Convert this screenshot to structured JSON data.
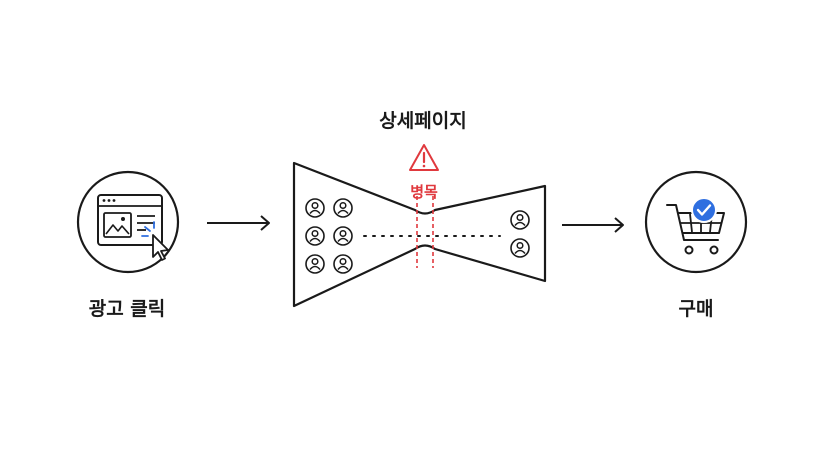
{
  "stages": {
    "ad_click": {
      "label": "광고 클릭",
      "icon": "browser-cursor-click-icon"
    },
    "detail_page": {
      "label": "상세페이지"
    },
    "purchase": {
      "label": "구매",
      "icon": "shopping-cart-check-icon"
    }
  },
  "bottleneck": {
    "label": "병목",
    "icon": "warning-triangle-icon"
  },
  "funnel": {
    "users_in": 6,
    "users_out": 2,
    "user_icon": "person-icon"
  },
  "colors": {
    "ink": "#1a1a1a",
    "alert": "#e0393e",
    "accent": "#2f6fe0"
  }
}
